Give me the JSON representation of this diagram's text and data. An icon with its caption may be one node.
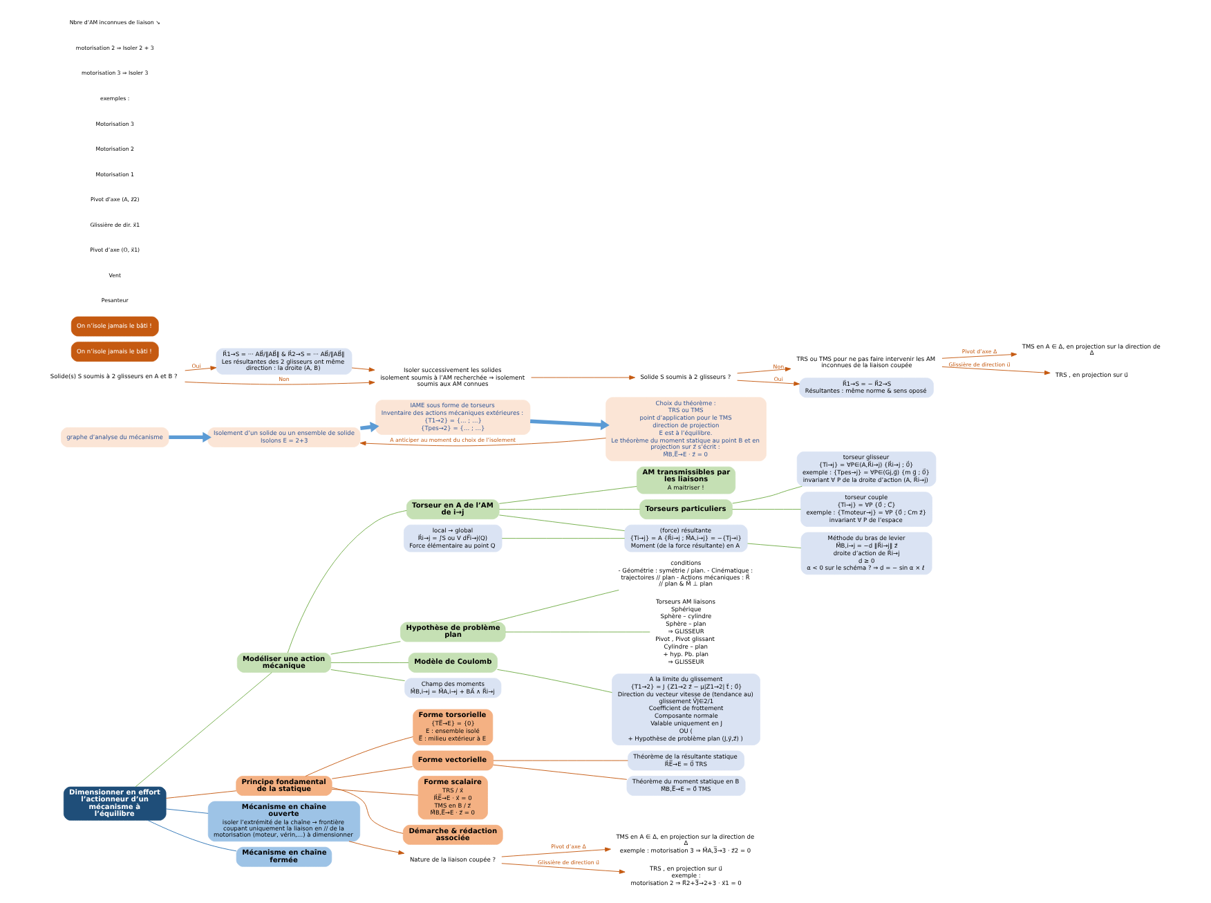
{
  "diagram": {
    "nodes": [
      {
        "text": [
          "Dimensionner en effort l’actionneur d’un mécanisme à l’équilibre"
        ]
      },
      {
        "text": [
          "Modéliser une action mécanique"
        ]
      },
      {
        "text": [
          "Torseur en A de l’AM de i→j"
        ]
      },
      {
        "text": [
          "AM transmissibles par les liaisons",
          "A maitriser !"
        ]
      },
      {
        "text": [
          "Torseurs particuliers"
        ]
      },
      {
        "text": [
          "Hypothèse de problème plan"
        ]
      },
      {
        "text": [
          "Modèle de Coulomb"
        ]
      },
      {
        "text": [
          "(force) résultante",
          "{Ti→j} = A {R⃗i→j ; M⃗A,i→j} = −{Tj→i}",
          "Moment (de la force résultante) en A"
        ]
      },
      {
        "text": [
          "local → global",
          "R⃗i→j = ∫S ou V dF⃗i→j(Q)",
          "Force élémentaire au point Q"
        ]
      },
      {
        "text": [
          "Champ des moments",
          "M⃗B,i→j = M⃗A,i→j + BA⃗ ∧ R⃗i→j"
        ]
      },
      {
        "text": [
          "Méthode du bras de levier",
          "M⃗B,i→j = −d ‖R⃗i→j‖ z⃗",
          "droite d’action de R⃗i→j",
          "d ≥ 0",
          "α < 0 sur le schéma ? ⇒ d = − sin α × ℓ"
        ]
      },
      {
        "text": [
          "torseur glisseur",
          "{Ti→j} = ∀P∈(A,R⃗i→j) {R⃗i→j ; 0⃗}",
          "exemple : {Tpes→j} = ∀P∈(Gj,g⃗) {m g⃗ ; 0⃗}",
          "invariant ∀ P de la droite d’action (A, R⃗i→j)"
        ]
      },
      {
        "text": [
          "torseur couple",
          "{Ti→j} = ∀P {0⃗ ; C⃗}",
          "exemple : {Tmoteur→j} = ∀P {0⃗ ; Cm z⃗}",
          "invariant ∀ P de l’espace"
        ]
      },
      {
        "text": [
          "conditions",
          "- Géométrie : symétrie / plan. - Cinématique : trajectoires // plan - Actions mécaniques : R⃗ // plan & M⃗ ⊥ plan"
        ]
      },
      {
        "text": [
          "Torseurs AM liaisons",
          "Sphérique",
          "Sphère – cylindre",
          "Sphère – plan",
          "⇒ GLISSEUR",
          "Pivot , Pivot glissant",
          "Cylindre – plan",
          "+ hyp. Pb. plan",
          "⇒ GLISSEUR"
        ]
      },
      {
        "text": [
          "A la limite du glissement",
          "{T1→2} = J {Z1→2 z⃗ − μ|Z1→2| t⃗ ; 0⃗}",
          "Direction du vecteur vitesse de (tendance au) glissement V⃗J∈2/1",
          "Coefficient de frottement",
          "Composante normale",
          "Valable uniquement en J",
          "OU (",
          "+ Hypothèse de problème plan (J,y⃗,z⃗) )"
        ]
      },
      {
        "text": [
          "Principe fondamental de la statique"
        ]
      },
      {
        "text": [
          "Forme torsorielle",
          "{TE̅→E} = {0}",
          "E : ensemble isolé",
          "E̅ : milieu extérieur à E"
        ]
      },
      {
        "text": [
          "Forme vectorielle"
        ]
      },
      {
        "text": [
          "Théorème de la résultante statique",
          "R⃗E̅→E = 0⃗ TRS"
        ]
      },
      {
        "text": [
          "Théorème du moment statique en B",
          "M⃗B,E̅→E = 0⃗ TMS"
        ]
      },
      {
        "text": [
          "Forme scalaire",
          "TRS / x⃗",
          "R⃗E̅→E · x⃗ = 0",
          "TMS en B / z⃗",
          "M⃗B,E̅→E · z⃗ = 0"
        ]
      },
      {
        "text": [
          "Démarche & rédaction associée"
        ]
      },
      {
        "text": [
          "graphe d’analyse du mécanisme"
        ]
      },
      {
        "text": [
          "Isolement d’un solide ou un ensemble de solide",
          "Isolons E = 2+3"
        ]
      },
      {
        "text": [
          "IAME sous forme de torseurs",
          "Inventaire des actions mécaniques extérieures :",
          "{T1→2} = {… ; …}",
          "{Tpes→2} = {… ; …}"
        ]
      },
      {
        "text": [
          "Choix du théorème :",
          "TRS ou TMS",
          "point d’application pour le TMS",
          "direction de projection",
          "E est à l’équilibre.",
          "Le théorème du moment statique au point B et en projection sur z⃗ s’écrit :",
          "M⃗B,E̅→E · z⃗ = 0"
        ]
      },
      {
        "text": [
          "Mécanisme en chaîne ouverte",
          "isoler l’extrémité de la chaîne → frontière coupant uniquement la liaison en // de la motorisation (moteur, vérin,…) à dimensionner"
        ]
      },
      {
        "text": [
          "Nature de la liaison coupée ?"
        ]
      },
      {
        "text": [
          "TMS en A ∈ Δ, en projection sur la direction de Δ",
          "exemple : motorisation 3 ⇒ M⃗A,3̅→3 · z⃗2 = 0"
        ]
      },
      {
        "text": [
          "TRS , en projection sur u⃗",
          "exemple :",
          "motorisation 2 ⇒ R⃗2+3̅→2+3 · x⃗1 = 0"
        ]
      },
      {
        "text": [
          "Mécanisme en chaîne fermée"
        ]
      },
      {
        "text": [
          "Solide(s) S soumis à 2 glisseurs en A et B ?"
        ]
      },
      {
        "text": [
          "R⃗1→S = ··· AB⃗/‖AB⃗‖ & R⃗2→S = ··· AB⃗/‖AB⃗‖",
          "Les résultantes des 2 glisseurs ont même direction : la droite (A, B)"
        ]
      },
      {
        "text": [
          "Isoler successivement les solides",
          "isolement soumis à l’AM recherchée ⇒ isolement soumis aux AM connues"
        ]
      },
      {
        "text": [
          "Solide S soumis à 2 glisseurs ?"
        ]
      },
      {
        "text": [
          "TRS ou TMS pour ne pas faire intervenir les AM inconnues de la liaison coupée"
        ]
      },
      {
        "text": [
          "R⃗1→S = − R⃗2→S",
          "Résultantes : même norme & sens oposé"
        ]
      },
      {
        "text": [
          "TMS en A ∈ Δ, en projection sur la direction de Δ"
        ]
      },
      {
        "text": [
          "TRS , en projection sur u⃗"
        ]
      },
      {
        "text": [
          "On n’isole jamais le bâti !"
        ]
      },
      {
        "text": [
          "On n’isole jamais le bâti !"
        ]
      }
    ],
    "edges": [
      {
        "from": 0,
        "to": 1,
        "arrow": "none",
        "color": "#70ad47"
      },
      {
        "from": 0,
        "to": 16,
        "arrow": "none"
      },
      {
        "from": 0,
        "to": 27,
        "arrow": "none",
        "color": "#2e75b6"
      },
      {
        "from": 0,
        "to": 31,
        "arrow": "none",
        "color": "#2e75b6"
      },
      {
        "from": 1,
        "to": 2,
        "arrow": "none",
        "color": "#70ad47"
      },
      {
        "from": 1,
        "to": 5,
        "arrow": "none",
        "color": "#70ad47"
      },
      {
        "from": 1,
        "to": 6,
        "arrow": "none",
        "color": "#70ad47"
      },
      {
        "from": 1,
        "to": 9,
        "arrow": "none",
        "color": "#70ad47"
      },
      {
        "from": 2,
        "to": 3,
        "arrow": "none",
        "color": "#70ad47"
      },
      {
        "from": 2,
        "to": 4,
        "arrow": "none",
        "color": "#70ad47"
      },
      {
        "from": 2,
        "to": 7,
        "arrow": "none",
        "color": "#70ad47"
      },
      {
        "from": 8,
        "to": 7,
        "arrow": "none",
        "color": "#70ad47"
      },
      {
        "from": 7,
        "to": 10,
        "arrow": "none",
        "color": "#70ad47"
      },
      {
        "from": 4,
        "to": 11,
        "arrow": "none",
        "color": "#70ad47"
      },
      {
        "from": 4,
        "to": 12,
        "arrow": "none",
        "color": "#70ad47"
      },
      {
        "from": 5,
        "to": 13,
        "arrow": "none",
        "color": "#70ad47"
      },
      {
        "from": 5,
        "to": 14,
        "arrow": "none",
        "color": "#70ad47"
      },
      {
        "from": 6,
        "to": 15,
        "arrow": "none",
        "color": "#70ad47"
      },
      {
        "from": 16,
        "to": 17,
        "arrow": "none"
      },
      {
        "from": 16,
        "to": 18,
        "arrow": "none"
      },
      {
        "from": 16,
        "to": 21,
        "arrow": "none"
      },
      {
        "from": 16,
        "to": 22,
        "arrow": "none"
      },
      {
        "from": 18,
        "to": 19,
        "arrow": "none"
      },
      {
        "from": 18,
        "to": 20,
        "arrow": "none"
      },
      {
        "from": 23,
        "to": 24,
        "arrow": "to",
        "style": "thick",
        "color": "#5b9bd5"
      },
      {
        "from": 24,
        "to": 25,
        "arrow": "to",
        "style": "thick",
        "color": "#5b9bd5"
      },
      {
        "from": 25,
        "to": 26,
        "arrow": "to",
        "style": "thick",
        "color": "#5b9bd5"
      },
      {
        "from": 26,
        "to": 24,
        "arrow": "to",
        "label": "A anticiper au moment du choix de l’isolement"
      },
      {
        "from": 27,
        "to": 28,
        "arrow": "to"
      },
      {
        "from": 28,
        "to": 29,
        "arrow": "to",
        "label": "Pivot d’axe Δ"
      },
      {
        "from": 28,
        "to": 30,
        "arrow": "to",
        "label": "Glissière de direction u⃗"
      },
      {
        "from": 32,
        "to": 33,
        "arrow": "to",
        "label": "Oui"
      },
      {
        "from": 32,
        "to": 34,
        "arrow": "to",
        "label": "Non"
      },
      {
        "from": 33,
        "to": 34,
        "arrow": "to"
      },
      {
        "from": 34,
        "to": 35,
        "arrow": "to"
      },
      {
        "from": 35,
        "to": 36,
        "arrow": "to",
        "label": "Non"
      },
      {
        "from": 35,
        "to": 37,
        "arrow": "to",
        "label": "Oui"
      },
      {
        "from": 36,
        "to": 38,
        "arrow": "to",
        "label": "Pivot d’axe Δ"
      },
      {
        "from": 36,
        "to": 39,
        "arrow": "to",
        "label": "Glissière de direction u⃗"
      }
    ],
    "labels": [
      "Pesanteur",
      "Vent",
      "Pivot d’axe (O, x⃗1)",
      "Glissière de dir. x⃗1",
      "Pivot d’axe (A, z⃗2)",
      "Motorisation 1",
      "Motorisation 2",
      "Motorisation 3",
      "exemples :",
      "motorisation 3 ⇒ Isoler 3",
      "motorisation 2 ⇒ Isoler 2 + 3",
      "Nbre d’AM inconnues de liaison ↘"
    ]
  }
}
